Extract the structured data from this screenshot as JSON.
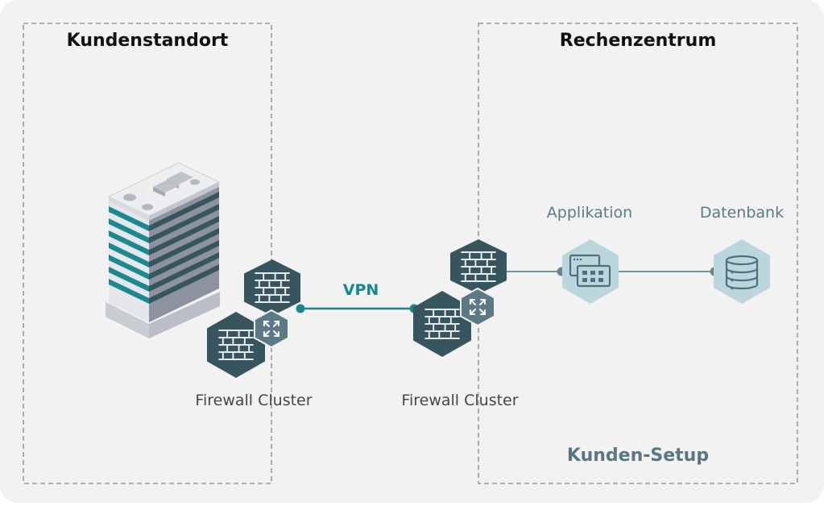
{
  "zones": {
    "left_title": "Kundenstandort",
    "right_title": "Rechenzentrum"
  },
  "labels": {
    "firewall_left": "Firewall Cluster",
    "firewall_right": "Firewall Cluster",
    "vpn": "VPN",
    "application": "Applikation",
    "database": "Datenbank",
    "customer_setup": "Kunden-Setup"
  },
  "icons": {
    "building": "office-building-icon",
    "firewall": "brick-wall-firewall-icon",
    "cluster": "cross-arrows-cluster-icon",
    "application": "app-window-icon",
    "database": "database-cylinder-icon"
  },
  "colors": {
    "background": "#f2f2f2",
    "firewall_hex": "#37555f",
    "cluster_hex": "#5b7a86",
    "vpn_line": "#17878e",
    "service_hex": "#bcd6dd",
    "service_icon": "#4f6f7c",
    "connector": "#6b8590",
    "building_teal": "#1a8a91"
  }
}
